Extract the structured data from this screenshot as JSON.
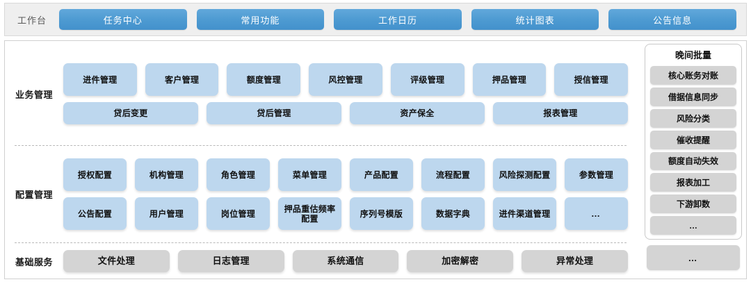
{
  "topbar": {
    "workbench_label": "工作台",
    "buttons": [
      {
        "label": "任务中心"
      },
      {
        "label": "常用功能"
      },
      {
        "label": "工作日历"
      },
      {
        "label": "统计图表"
      },
      {
        "label": "公告信息"
      }
    ]
  },
  "sections": {
    "business": {
      "label": "业务管理",
      "row1": [
        {
          "label": "进件管理"
        },
        {
          "label": "客户管理"
        },
        {
          "label": "额度管理"
        },
        {
          "label": "风控管理"
        },
        {
          "label": "评级管理"
        },
        {
          "label": "押品管理"
        },
        {
          "label": "授信管理"
        }
      ],
      "row2": [
        {
          "label": "贷后变更"
        },
        {
          "label": "贷后管理"
        },
        {
          "label": "资产保全"
        },
        {
          "label": "报表管理"
        }
      ]
    },
    "config": {
      "label": "配置管理",
      "row1": [
        {
          "label": "授权配置"
        },
        {
          "label": "机构管理"
        },
        {
          "label": "角色管理"
        },
        {
          "label": "菜单管理"
        },
        {
          "label": "产品配置"
        },
        {
          "label": "流程配置"
        },
        {
          "label": "风险探测配置"
        },
        {
          "label": "参数管理"
        }
      ],
      "row2": [
        {
          "label": "公告配置"
        },
        {
          "label": "用户管理"
        },
        {
          "label": "岗位管理"
        },
        {
          "label": "押品重估频率配置"
        },
        {
          "label": "序列号模版"
        },
        {
          "label": "数据字典"
        },
        {
          "label": "进件渠道管理"
        },
        {
          "label": "…"
        }
      ]
    },
    "basic": {
      "label": "基础服务",
      "row1": [
        {
          "label": "文件处理"
        },
        {
          "label": "日志管理"
        },
        {
          "label": "系统通信"
        },
        {
          "label": "加密解密"
        },
        {
          "label": "异常处理"
        }
      ]
    }
  },
  "sidebar": {
    "title": "晚间批量",
    "items": [
      {
        "label": "核心账务对账"
      },
      {
        "label": "借据信息同步"
      },
      {
        "label": "风险分类"
      },
      {
        "label": "催收提醒"
      },
      {
        "label": "额度自动失效"
      },
      {
        "label": "报表加工"
      },
      {
        "label": "下游卸数"
      },
      {
        "label": "…"
      }
    ],
    "more_label": "…"
  },
  "colors": {
    "topbar_bg": "#efefef",
    "button_blue": "#4e9bd2",
    "tile_blue": "#bdd7ee",
    "tile_gray": "#d4d4d4",
    "frame_border": "#d0d0d0"
  }
}
